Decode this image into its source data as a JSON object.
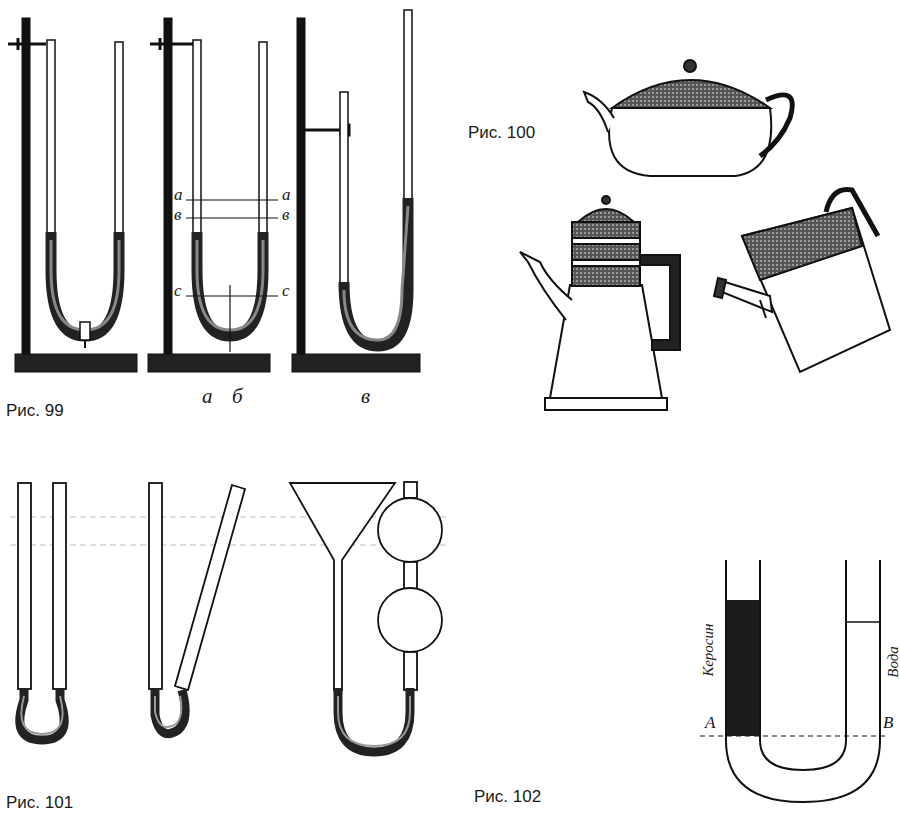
{
  "diagram": {
    "labels": [
      "Рис. 99",
      "а",
      "б",
      "в",
      "а",
      "а",
      "в",
      "в",
      "с",
      "с",
      "Рис. 100",
      "Рис. 101",
      "Рис. 102",
      "Керосин",
      "Вода",
      "А",
      "В"
    ]
  }
}
